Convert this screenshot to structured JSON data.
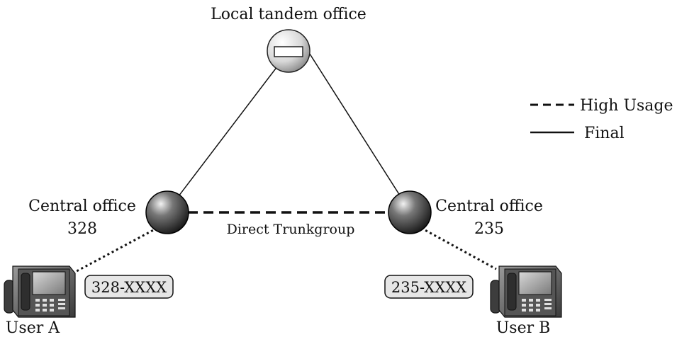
{
  "tandem": {
    "label": "Local tandem office"
  },
  "office_a": {
    "label": "Central office",
    "number": "328"
  },
  "office_b": {
    "label": "Central office",
    "number": "235"
  },
  "trunk": {
    "label": "Direct Trunkgroup"
  },
  "user_a": {
    "label": "User A",
    "number_badge": "328-XXXX"
  },
  "user_b": {
    "label": "User B",
    "number_badge": "235-XXXX"
  },
  "legend": {
    "high_usage": "High Usage",
    "final": "Final"
  }
}
